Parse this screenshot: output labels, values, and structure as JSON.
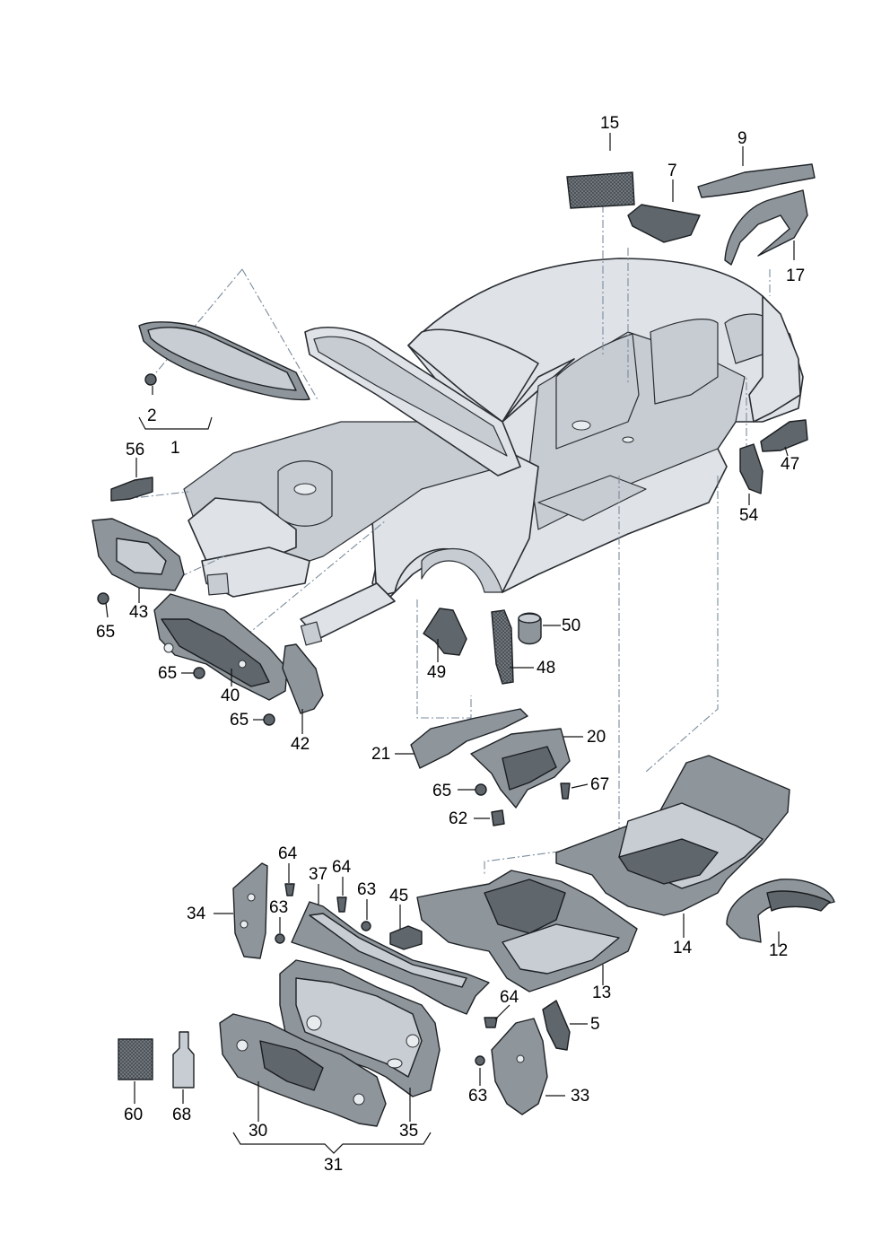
{
  "diagram": {
    "callouts": [
      {
        "id": "c15",
        "text": "15"
      },
      {
        "id": "c9",
        "text": "9"
      },
      {
        "id": "c7",
        "text": "7"
      },
      {
        "id": "c17",
        "text": "17"
      },
      {
        "id": "c2",
        "text": "2"
      },
      {
        "id": "c1",
        "text": "1"
      },
      {
        "id": "c56",
        "text": "56"
      },
      {
        "id": "c47",
        "text": "47"
      },
      {
        "id": "c54",
        "text": "54"
      },
      {
        "id": "c65a",
        "text": "65"
      },
      {
        "id": "c43",
        "text": "43"
      },
      {
        "id": "c50",
        "text": "50"
      },
      {
        "id": "c49",
        "text": "49"
      },
      {
        "id": "c48",
        "text": "48"
      },
      {
        "id": "c65b",
        "text": "65"
      },
      {
        "id": "c40",
        "text": "40"
      },
      {
        "id": "c65c",
        "text": "65"
      },
      {
        "id": "c42",
        "text": "42"
      },
      {
        "id": "c21",
        "text": "21"
      },
      {
        "id": "c20",
        "text": "20"
      },
      {
        "id": "c65d",
        "text": "65"
      },
      {
        "id": "c67",
        "text": "67"
      },
      {
        "id": "c62",
        "text": "62"
      },
      {
        "id": "c64a",
        "text": "64"
      },
      {
        "id": "c37",
        "text": "37"
      },
      {
        "id": "c64b",
        "text": "64"
      },
      {
        "id": "c63a",
        "text": "63"
      },
      {
        "id": "c45",
        "text": "45"
      },
      {
        "id": "c34",
        "text": "34"
      },
      {
        "id": "c63b",
        "text": "63"
      },
      {
        "id": "c14",
        "text": "14"
      },
      {
        "id": "c12",
        "text": "12"
      },
      {
        "id": "c13",
        "text": "13"
      },
      {
        "id": "c64c",
        "text": "64"
      },
      {
        "id": "c5",
        "text": "5"
      },
      {
        "id": "c63c",
        "text": "63"
      },
      {
        "id": "c33",
        "text": "33"
      },
      {
        "id": "c60",
        "text": "60"
      },
      {
        "id": "c68",
        "text": "68"
      },
      {
        "id": "c30",
        "text": "30"
      },
      {
        "id": "c35",
        "text": "35"
      },
      {
        "id": "c31",
        "text": "31"
      }
    ]
  }
}
